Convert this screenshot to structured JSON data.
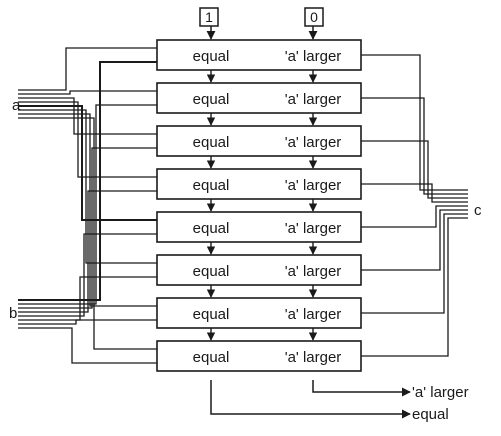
{
  "diagram": {
    "inputs": {
      "bit_left": "1",
      "bit_right": "0"
    },
    "cell": {
      "equal_label": "equal",
      "larger_label": "'a' larger"
    },
    "cell_count": 8,
    "bus_labels": {
      "a": "a",
      "b": "b",
      "c": "c"
    },
    "outputs": {
      "a_larger": "'a' larger",
      "equal": "equal"
    }
  }
}
